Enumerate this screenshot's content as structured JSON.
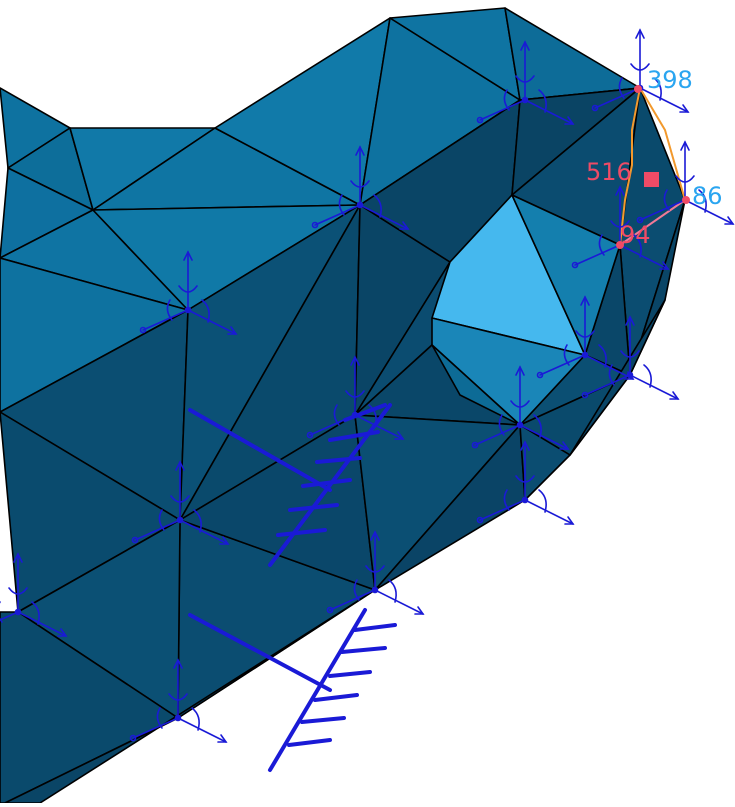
{
  "viewport": {
    "colors": {
      "background": "#ffffff",
      "face_top": "#0c6f9c",
      "face_top_light": "#117aa9",
      "face_side": "#0b4f73",
      "face_side_dark": "#094563",
      "face_hole": "#42b6ec",
      "edge": "#000000",
      "marker": "#1a1ad6",
      "label_blue": "#2aa5f0",
      "label_red": "#ef4b66",
      "highlight_edge": "#f2992d"
    }
  },
  "node_labels": {
    "n398": "398",
    "n516": "516",
    "n86": "86",
    "n94": "94"
  },
  "icons": {
    "axis_marker": "axis-system-icon",
    "clamp_symbol": "clamp-restraint-icon",
    "selected_point": "selected-point-icon"
  }
}
